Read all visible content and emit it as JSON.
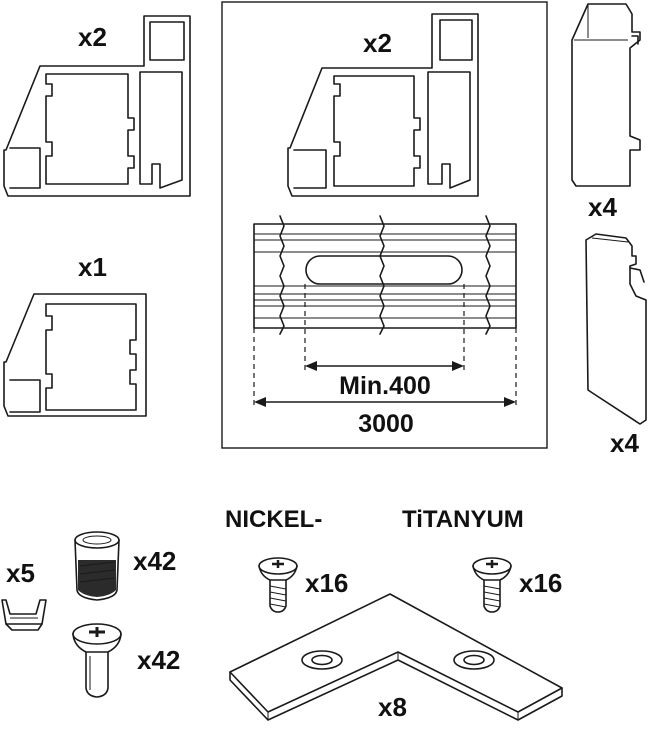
{
  "quantities": {
    "profile_a": "x2",
    "profile_b": "x2",
    "profile_c": "x1",
    "end_cap_top": "x4",
    "end_cap_bottom": "x4",
    "clip": "x5",
    "dowel": "x42",
    "screw_long": "x42",
    "screw_nickel": "x16",
    "screw_titanium": "x16",
    "corner_bracket": "x8"
  },
  "finish_labels": {
    "nickel": "NICKEL-",
    "titanium": "TiTANYUM"
  },
  "dimensions": {
    "slot_min": "Min.400",
    "total_length": "3000"
  }
}
